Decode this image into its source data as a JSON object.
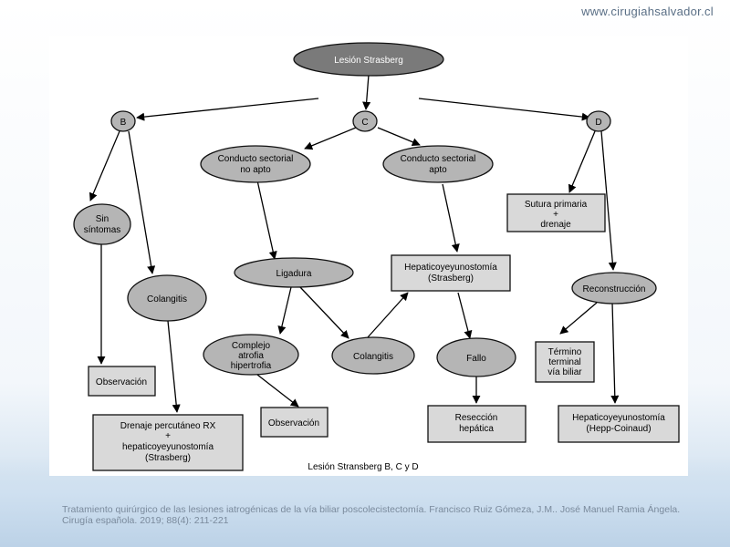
{
  "watermark": "www.cirugiahsalvador.cl",
  "diagram": {
    "root": "Lesión Strasberg",
    "b": "B",
    "c": "C",
    "d": "D",
    "sin_sintomas": [
      "Sin",
      "síntomas"
    ],
    "colangitis_b": "Colangitis",
    "observacion_b": "Observación",
    "drenaje": [
      "Drenaje percutáneo RX",
      "+",
      "hepaticoyeyunostomía",
      "(Strasberg)"
    ],
    "conducto_no_apto": [
      "Conducto sectorial",
      "no apto"
    ],
    "conducto_apto": [
      "Conducto sectorial",
      "apto"
    ],
    "ligadura": "Ligadura",
    "complejo": [
      "Complejo",
      "atrofia",
      "hipertrofia"
    ],
    "colangitis_c": "Colangitis",
    "observacion_c": "Observación",
    "hepatico_c": [
      "Hepaticoyeyunostomía",
      "(Strasberg)"
    ],
    "fallo": "Fallo",
    "reseccion": [
      "Resección",
      "hepática"
    ],
    "sutura": [
      "Sutura primaria",
      "+",
      "drenaje"
    ],
    "reconstruccion": "Reconstrucción",
    "termino": [
      "Término",
      "terminal",
      "vía biliar"
    ],
    "hepatico_d": [
      "Hepaticoyeyunostomía",
      "(Hepp-Coinaud)"
    ],
    "caption": "Lesión Stransberg B, C y D"
  },
  "citation": "Tratamiento quirúrgico de las lesiones iatrogénicas de la vía biliar poscolecistectomía. Francisco Ruiz Gómeza, J.M.. José Manuel Ramia Ángela. Cirugía española. 2019; 88(4): 211-221"
}
